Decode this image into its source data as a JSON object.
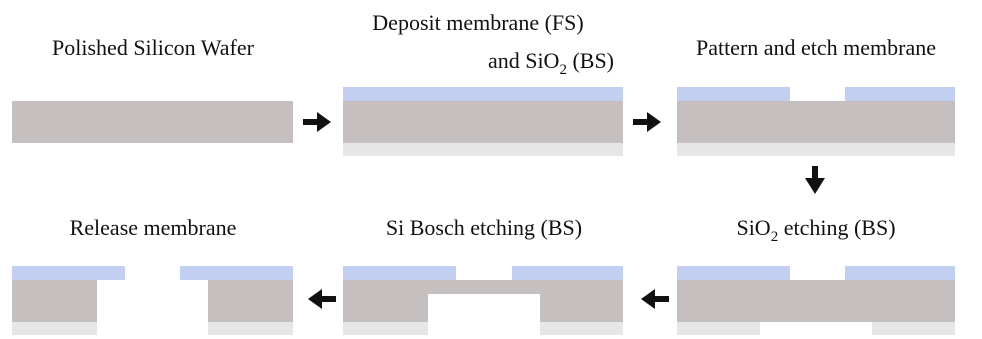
{
  "colors": {
    "silicon": "#c5c0bf",
    "membrane": "#c3cff0",
    "oxide": "#e6e6e6",
    "arrow": "#111111"
  },
  "steps": [
    {
      "label": "Polished Silicon Wafer"
    },
    {
      "label_line1": "Deposit membrane (FS)",
      "label_line2_pre": "and SiO",
      "label_line2_sub": "2",
      "label_line2_post": " (BS)"
    },
    {
      "label": "Pattern and etch membrane"
    },
    {
      "label_pre": "SiO",
      "label_sub": "2",
      "label_post": " etching (BS)"
    },
    {
      "label": "Si Bosch etching (BS)"
    },
    {
      "label": "Release membrane"
    }
  ],
  "arrows": [
    {
      "name": "arrow-right-1",
      "direction": "right"
    },
    {
      "name": "arrow-right-2",
      "direction": "right"
    },
    {
      "name": "arrow-down-1",
      "direction": "down"
    },
    {
      "name": "arrow-left-1",
      "direction": "left"
    },
    {
      "name": "arrow-left-2",
      "direction": "left"
    }
  ]
}
